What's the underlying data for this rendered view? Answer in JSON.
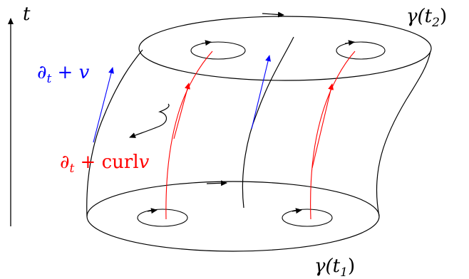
{
  "labels": {
    "time_axis": "t",
    "top_curve": "γ(t",
    "top_curve_sub": "2",
    "bottom_curve": "γ(t",
    "bottom_curve_sub": "1",
    "close_paren": ")",
    "blue_field_d": "∂",
    "blue_field_sub": "t",
    "blue_field_rest": " + v",
    "red_field_d": "∂",
    "red_field_sub": "t",
    "red_field_rest": " + curl",
    "red_field_v": "v"
  },
  "colors": {
    "ink": "#000000",
    "blue_field": "#0000ff",
    "red_field": "#ff0000"
  }
}
